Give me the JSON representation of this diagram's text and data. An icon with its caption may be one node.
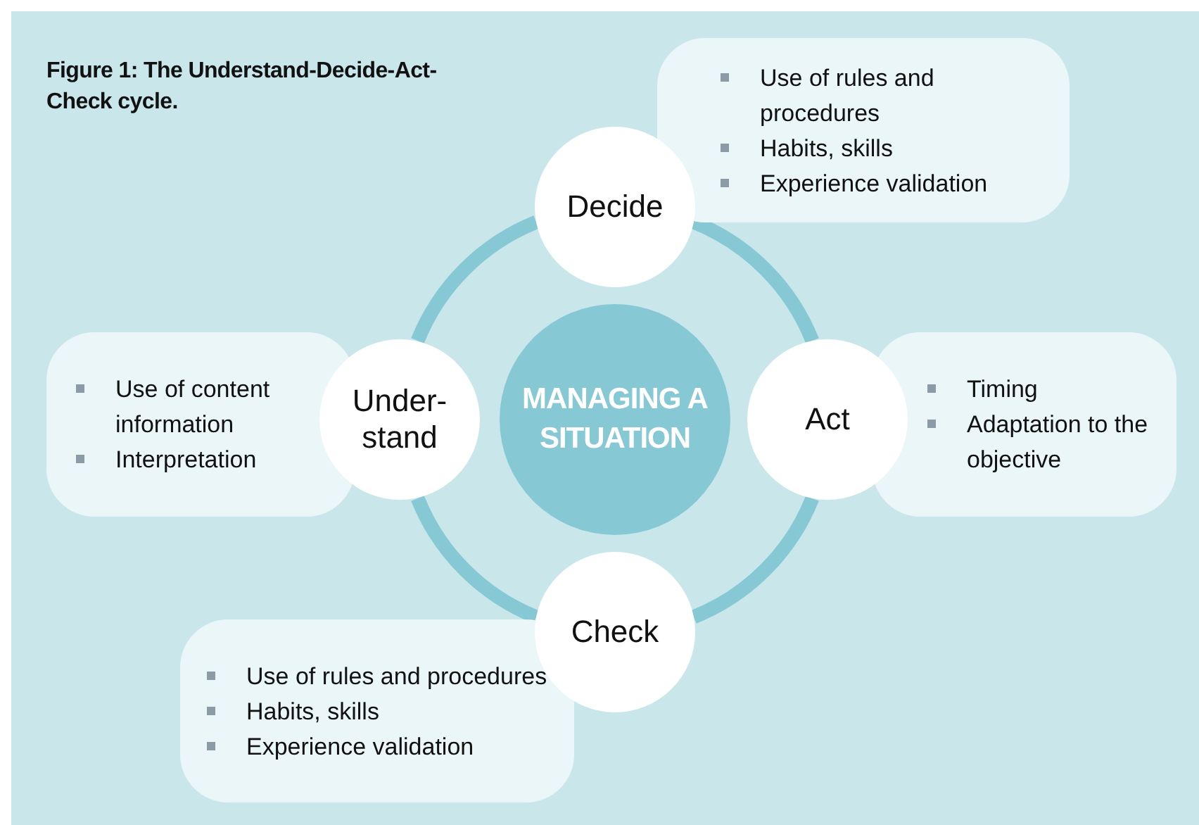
{
  "diagram": {
    "title": "Figure 1: The Understand-Decide-Act-Check cycle.",
    "nodes": [
      {
        "text": [
          "MANAGING A SITUATION"
        ]
      },
      {
        "text": [
          "Decide"
        ]
      },
      {
        "text": [
          "Act"
        ]
      },
      {
        "text": [
          "Check"
        ]
      },
      {
        "text": [
          "Under- stand"
        ]
      },
      {
        "text": [
          "Use of rules and procedures",
          "Habits, skills",
          "Experience validation"
        ]
      },
      {
        "text": [
          "Timing",
          "Adaptation to the objective"
        ]
      },
      {
        "text": [
          "Use of rules and procedures",
          "Habits, skills",
          "Experience validation"
        ]
      },
      {
        "text": [
          "Use of content information",
          "Interpretation"
        ]
      }
    ],
    "edges": [
      {
        "from": 1,
        "to": 2,
        "arrow": "none"
      },
      {
        "from": 2,
        "to": 3,
        "arrow": "none"
      },
      {
        "from": 3,
        "to": 4,
        "arrow": "none"
      },
      {
        "from": 4,
        "to": 1,
        "arrow": "none"
      }
    ]
  }
}
